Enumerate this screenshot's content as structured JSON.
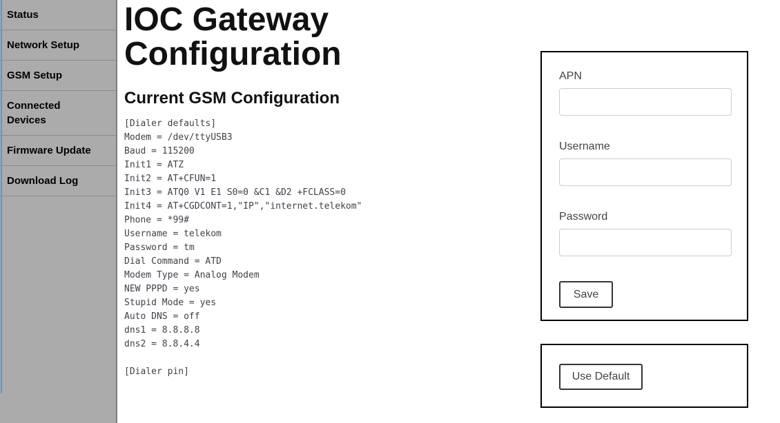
{
  "page": {
    "title": "IOC Gateway Configuration"
  },
  "sidebar": {
    "items": [
      {
        "label": "Status"
      },
      {
        "label": "Network Setup"
      },
      {
        "label": "GSM Setup"
      },
      {
        "label": "Connected Devices"
      },
      {
        "label": "Firmware Update"
      },
      {
        "label": "Download Log"
      }
    ]
  },
  "main": {
    "section_title": "Current GSM Configuration",
    "config_text": "[Dialer defaults]\nModem = /dev/ttyUSB3\nBaud = 115200\nInit1 = ATZ\nInit2 = AT+CFUN=1\nInit3 = ATQ0 V1 E1 S0=0 &C1 &D2 +FCLASS=0\nInit4 = AT+CGDCONT=1,\"IP\",\"internet.telekom\"\nPhone = *99#\nUsername = telekom\nPassword = tm\nDial Command = ATD\nModem Type = Analog Modem\nNEW PPPD = yes\nStupid Mode = yes\nAuto DNS = off\ndns1 = 8.8.8.8\ndns2 = 8.8.4.4\n\n[Dialer pin]"
  },
  "gsm_form": {
    "fields": [
      {
        "label": "APN",
        "value": "",
        "placeholder": ""
      },
      {
        "label": "Username",
        "value": "",
        "placeholder": ""
      },
      {
        "label": "Password",
        "value": "",
        "placeholder": ""
      }
    ],
    "save_label": "Save"
  },
  "default_box": {
    "button_label": "Use Default"
  },
  "colors": {
    "sidebar_bg": "#ababab",
    "sidebar_accent": "#4aa0dc",
    "sidebar_divider": "#8a8a8a",
    "box_border": "#000000",
    "button_border": "#333333",
    "input_border": "#cccccc",
    "label_text": "#444444",
    "config_text": "#3d4248"
  }
}
